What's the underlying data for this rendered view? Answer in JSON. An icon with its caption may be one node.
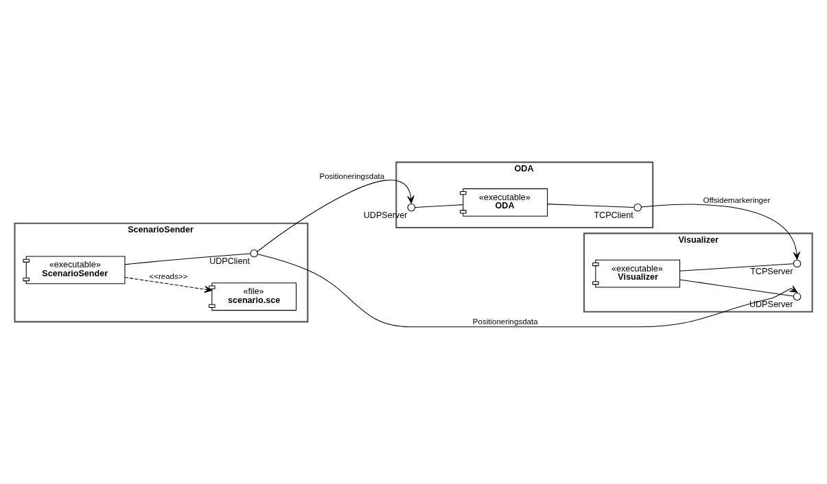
{
  "diagram": {
    "nodes": [
      {
        "text": [
          "ScenarioSender"
        ]
      },
      {
        "text": [
          "«executable»",
          "ScenarioSender"
        ],
        "in": 0
      },
      {
        "text": [
          "«file»",
          "scenario.sce"
        ],
        "in": 0
      },
      {
        "text": [],
        "shape": "circle",
        "beside": [
          "UDPClient"
        ],
        "in": 0
      },
      {
        "text": [
          "Visualizer"
        ]
      },
      {
        "text": [],
        "shape": "circle",
        "beside": [
          "UDPServer"
        ],
        "in": 4
      },
      {
        "text": [
          "«executable»",
          "Visualizer"
        ],
        "in": 4
      },
      {
        "text": [],
        "shape": "circle",
        "beside": [
          "TCPServer"
        ],
        "in": 4
      },
      {
        "text": [
          "ODA"
        ]
      },
      {
        "text": [],
        "shape": "circle",
        "beside": [
          "UDPServer"
        ],
        "in": 8
      },
      {
        "text": [
          "«executable»",
          "ODA"
        ],
        "in": 8
      },
      {
        "text": [],
        "shape": "circle",
        "beside": [
          "TCPClient"
        ],
        "in": 8
      }
    ],
    "edges": [
      {
        "from": 1,
        "to": 3,
        "arrow": "none"
      },
      {
        "from": 1,
        "to": 2,
        "arrow": "to",
        "label": "<<reads>>",
        "style": "dashed"
      },
      {
        "from": 6,
        "to": 5,
        "arrow": "none"
      },
      {
        "from": 6,
        "to": 7,
        "arrow": "none"
      },
      {
        "from": 3,
        "to": 5,
        "arrow": "to",
        "label": "Positioneringsdata"
      },
      {
        "from": 3,
        "to": 9,
        "arrow": "to",
        "label": "Positioneringsdata"
      },
      {
        "from": 9,
        "to": 10,
        "arrow": "none"
      },
      {
        "from": 10,
        "to": 11,
        "arrow": "none"
      },
      {
        "from": 11,
        "to": 7,
        "arrow": "to",
        "label": "Offsidemarkeringer"
      }
    ]
  }
}
